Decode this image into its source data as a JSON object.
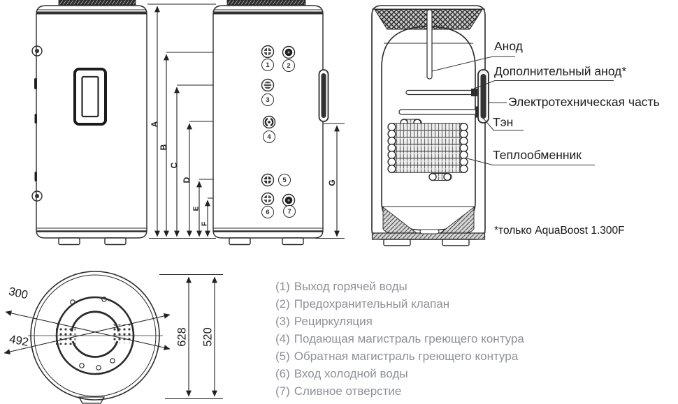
{
  "drawing": {
    "component_labels": {
      "anode": "Анод",
      "additional_anode": "Дополнительный анод*",
      "electrical_part": "Электротехническая часть",
      "heating_element": "Тэн",
      "heat_exchanger": "Теплообменник"
    },
    "footnote": "*только AquaBoost 1.300F",
    "dimension_letters": {
      "a": "A",
      "b": "B",
      "c": "C",
      "d": "D",
      "e": "E",
      "f": "F",
      "g": "G"
    },
    "port_numbers": [
      "1",
      "2",
      "3",
      "4",
      "5",
      "6",
      "7"
    ],
    "top_view_dimensions": {
      "diameter_1": "300",
      "diameter_2": "492",
      "height_1": "628",
      "height_2": "520"
    }
  },
  "legend": {
    "items": [
      {
        "num": "(1)",
        "text": "Выход горячей воды"
      },
      {
        "num": "(2)",
        "text": "Предохранительный клапан"
      },
      {
        "num": "(3)",
        "text": "Рециркуляция"
      },
      {
        "num": "(4)",
        "text": "Подающая магистраль греющего контура"
      },
      {
        "num": "(5)",
        "text": "Обратная магистраль греющего контура"
      },
      {
        "num": "(6)",
        "text": "Вход холодной воды"
      },
      {
        "num": "(7)",
        "text": "Сливное отверстие"
      }
    ]
  },
  "colors": {
    "line": "#2b2b2b",
    "legend_text": "#8e9196",
    "label_text": "#1d1d1d"
  }
}
